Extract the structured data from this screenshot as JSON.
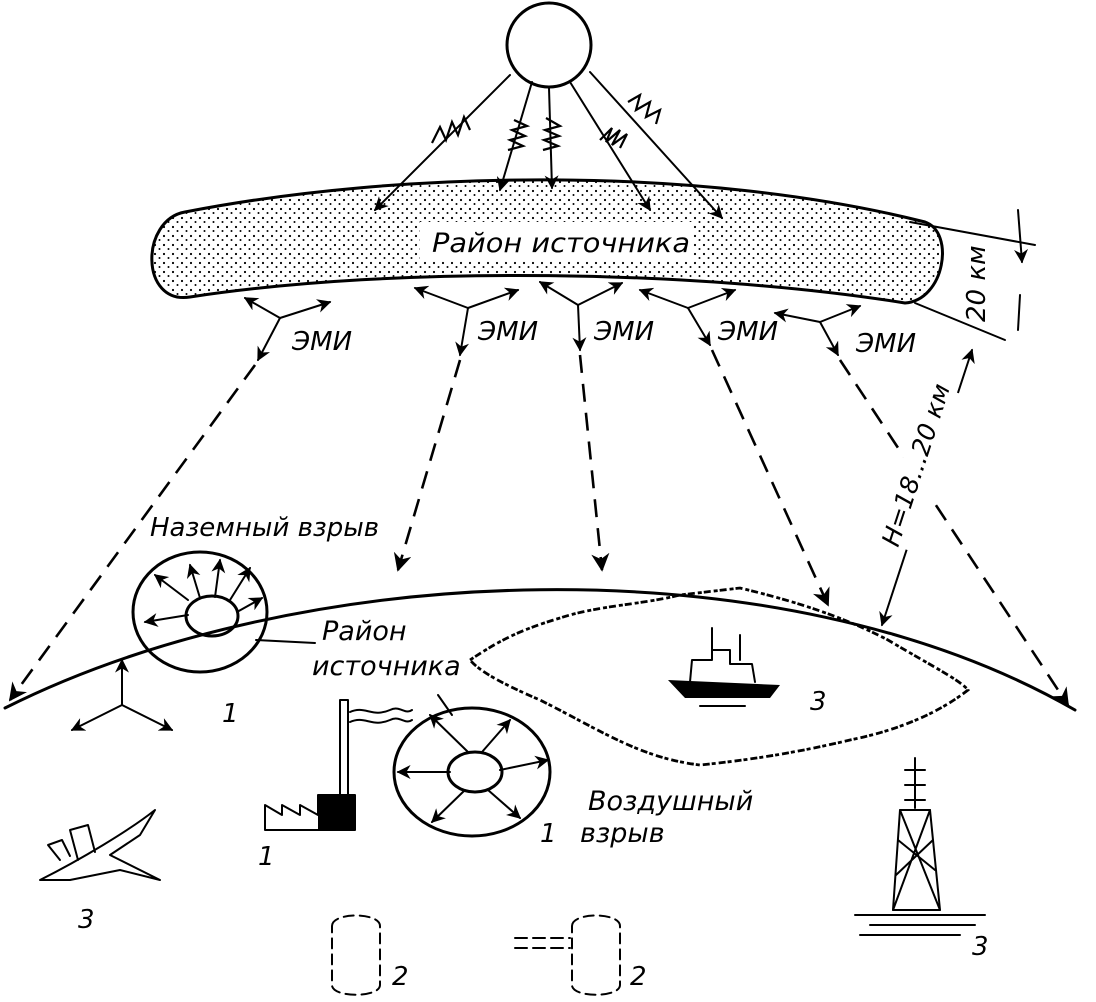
{
  "labels": {
    "source_region_top": "Район источника",
    "emp_1": "ЭМИ",
    "emp_2": "ЭМИ",
    "emp_3": "ЭМИ",
    "emp_4": "ЭМИ",
    "emp_5": "ЭМИ",
    "dim_20km": "20 км",
    "dim_height": "H=18...20 км",
    "ground_burst": "Наземный взрыв",
    "source_region_ground_1": "Район",
    "source_region_ground_2": "источника",
    "air_burst_1": "Воздушный",
    "air_burst_2": "взрыв",
    "num_ground_burst": "1",
    "num_air_burst": "1",
    "num_factory": "1",
    "num_ship": "3",
    "num_plane": "3",
    "num_tower": "3",
    "num_cable_1": "2",
    "num_cable_2": "2"
  }
}
